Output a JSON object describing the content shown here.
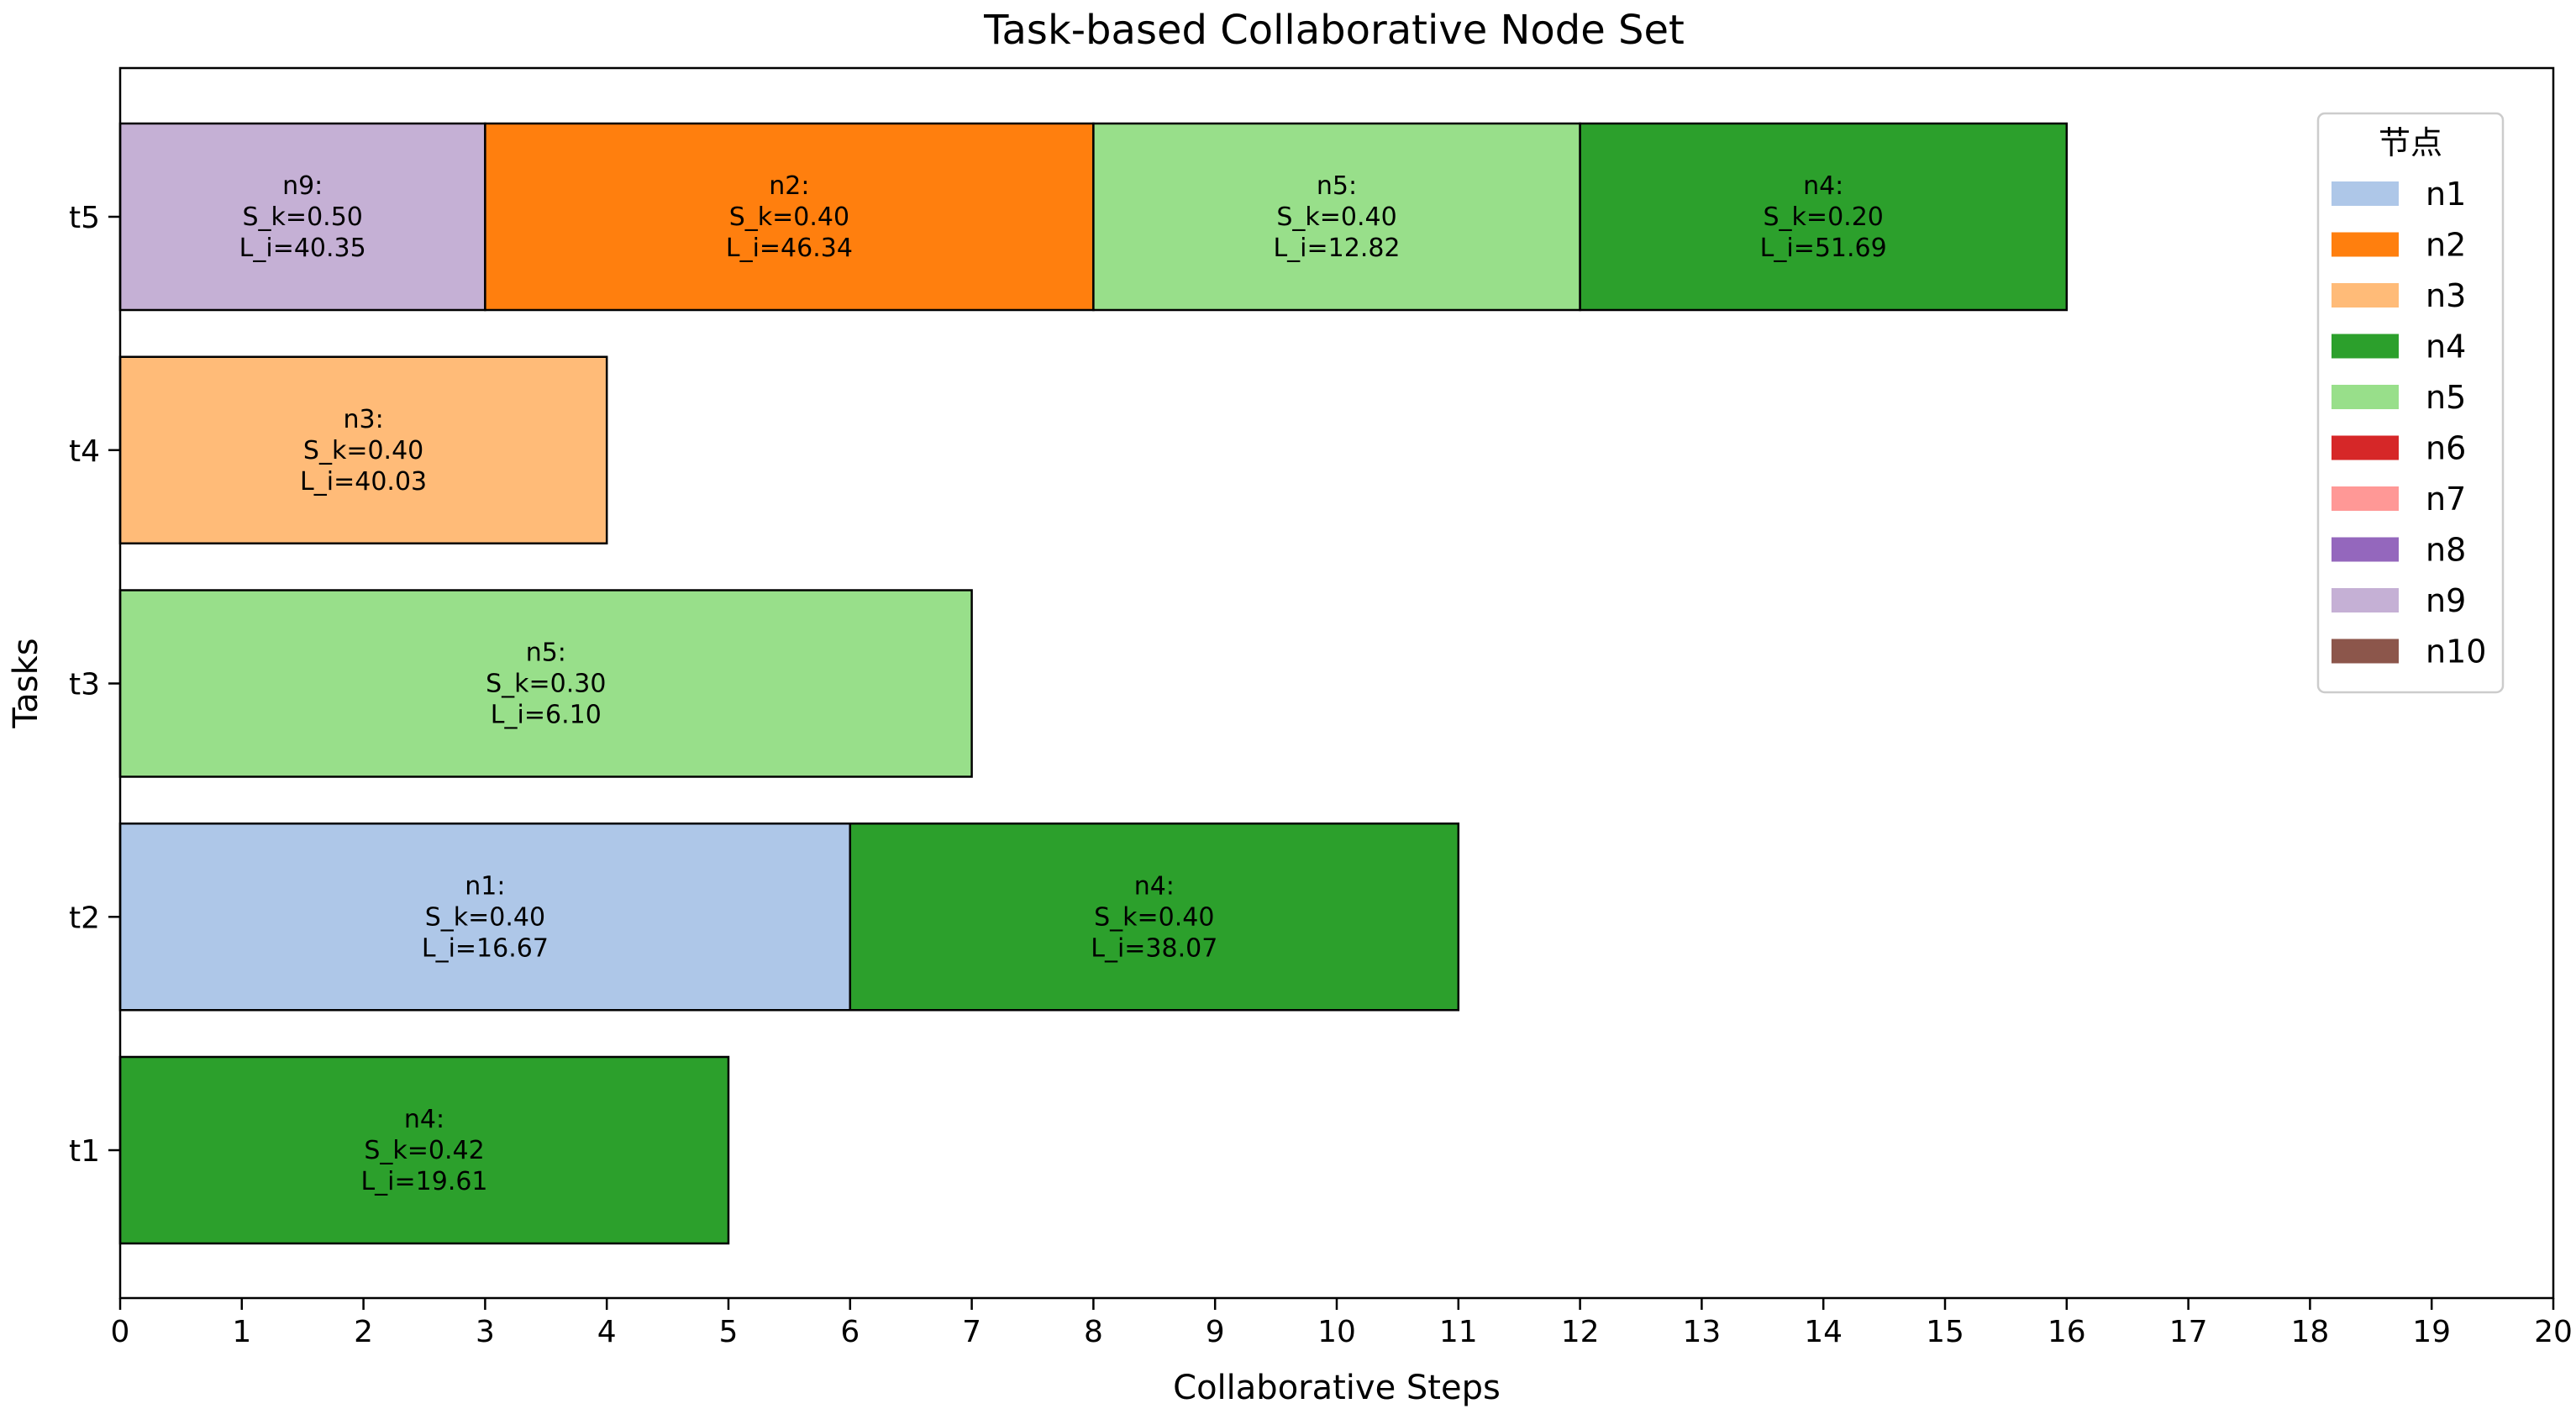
{
  "chart_data": {
    "type": "bar",
    "orientation": "horizontal-stacked",
    "title": "Task-based Collaborative Node Set",
    "xlabel": "Collaborative Steps",
    "ylabel": "Tasks",
    "xlim": [
      0,
      20
    ],
    "x_ticks": [
      "0",
      "1",
      "2",
      "3",
      "4",
      "5",
      "6",
      "7",
      "8",
      "9",
      "10",
      "11",
      "12",
      "13",
      "14",
      "15",
      "16",
      "17",
      "18",
      "19",
      "20"
    ],
    "categories": [
      "t1",
      "t2",
      "t3",
      "t4",
      "t5"
    ],
    "tasks": [
      {
        "task": "t1",
        "segments": [
          {
            "node": "n4",
            "start": 0,
            "end": 5,
            "label": [
              "n4:",
              "S_k=0.42",
              "L_i=19.61"
            ]
          }
        ]
      },
      {
        "task": "t2",
        "segments": [
          {
            "node": "n1",
            "start": 0,
            "end": 6,
            "label": [
              "n1:",
              "S_k=0.40",
              "L_i=16.67"
            ]
          },
          {
            "node": "n4",
            "start": 6,
            "end": 11,
            "label": [
              "n4:",
              "S_k=0.40",
              "L_i=38.07"
            ]
          }
        ]
      },
      {
        "task": "t3",
        "segments": [
          {
            "node": "n5",
            "start": 0,
            "end": 7,
            "label": [
              "n5:",
              "S_k=0.30",
              "L_i=6.10"
            ]
          }
        ]
      },
      {
        "task": "t4",
        "segments": [
          {
            "node": "n3",
            "start": 0,
            "end": 4,
            "label": [
              "n3:",
              "S_k=0.40",
              "L_i=40.03"
            ]
          }
        ]
      },
      {
        "task": "t5",
        "segments": [
          {
            "node": "n9",
            "start": 0,
            "end": 3,
            "label": [
              "n9:",
              "S_k=0.50",
              "L_i=40.35"
            ]
          },
          {
            "node": "n2",
            "start": 3,
            "end": 8,
            "label": [
              "n2:",
              "S_k=0.40",
              "L_i=46.34"
            ]
          },
          {
            "node": "n5",
            "start": 8,
            "end": 12,
            "label": [
              "n5:",
              "S_k=0.40",
              "L_i=12.82"
            ]
          },
          {
            "node": "n4",
            "start": 12,
            "end": 16,
            "label": [
              "n4:",
              "S_k=0.20",
              "L_i=51.69"
            ]
          }
        ]
      }
    ],
    "legend": {
      "title": "节点",
      "placement": "top-right",
      "entries": [
        {
          "name": "n1",
          "color": "#aec7e8"
        },
        {
          "name": "n2",
          "color": "#ff7f0e"
        },
        {
          "name": "n3",
          "color": "#ffbb78"
        },
        {
          "name": "n4",
          "color": "#2ca02c"
        },
        {
          "name": "n5",
          "color": "#98df8a"
        },
        {
          "name": "n6",
          "color": "#d62728"
        },
        {
          "name": "n7",
          "color": "#ff9896"
        },
        {
          "name": "n8",
          "color": "#9467bd"
        },
        {
          "name": "n9",
          "color": "#c5b0d5"
        },
        {
          "name": "n10",
          "color": "#8c564b"
        }
      ]
    },
    "grid": false
  }
}
